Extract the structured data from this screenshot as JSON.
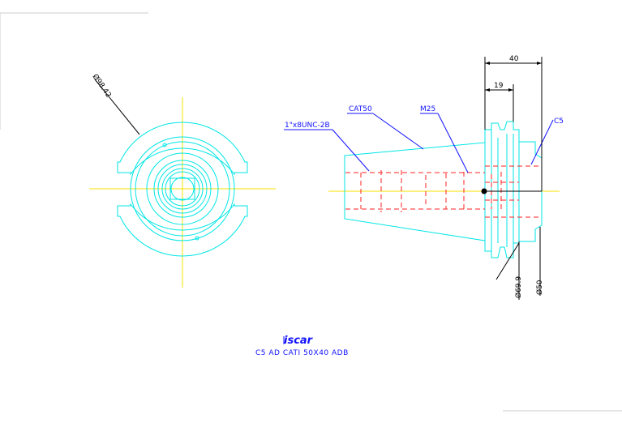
{
  "labels": {
    "dia_9842": "Ø98.42",
    "thread": "1\"x8UNC-2B",
    "cat50": "CAT50",
    "m25": "M25",
    "c5": "C5",
    "dim_40": "40",
    "dim_19": "19",
    "dia_699": "Ø69.9",
    "dia_50": "Ø50"
  },
  "titleblock": {
    "logo": "iscar",
    "part_number": "C5 AD CATI 50X40 ADB"
  },
  "colors": {
    "outline": "#00e6e6",
    "centerline": "#f5e300",
    "hidden": "#ff2020",
    "dimension": "#000000",
    "leader": "#1010ff"
  }
}
